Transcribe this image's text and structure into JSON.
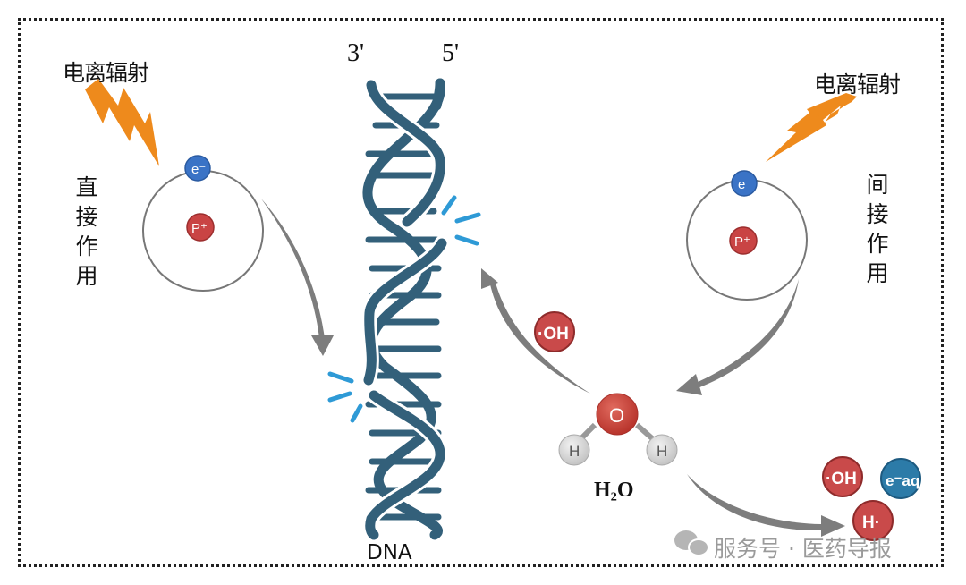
{
  "labels": {
    "radiation_left": "电离辐射",
    "radiation_right": "电离辐射",
    "direct_action": [
      "直",
      "接",
      "作",
      "用"
    ],
    "indirect_action": [
      "间",
      "接",
      "作",
      "用"
    ],
    "three_prime": "3'",
    "five_prime": "5'",
    "dna": "DNA",
    "water": "H₂O",
    "watermark": "服务号 · 医药导报"
  },
  "atoms": {
    "electron": "e⁻",
    "proton": "P⁺"
  },
  "molecules": {
    "oxygen": "O",
    "hydrogen": "H"
  },
  "radicals": {
    "hydroxyl": "·OH",
    "hydrated_electron": "e⁻aq",
    "hydrogen_radical": "H·"
  },
  "colors": {
    "dna_strand": "#33607a",
    "break_mark": "#2e9ad6",
    "lightning": "#ee8a1c",
    "electron": "#3a73c6",
    "proton": "#c94444",
    "radical_red": "#c94a4a",
    "radical_blue": "#2c7ba8",
    "arrow": "#7d7d7d"
  }
}
